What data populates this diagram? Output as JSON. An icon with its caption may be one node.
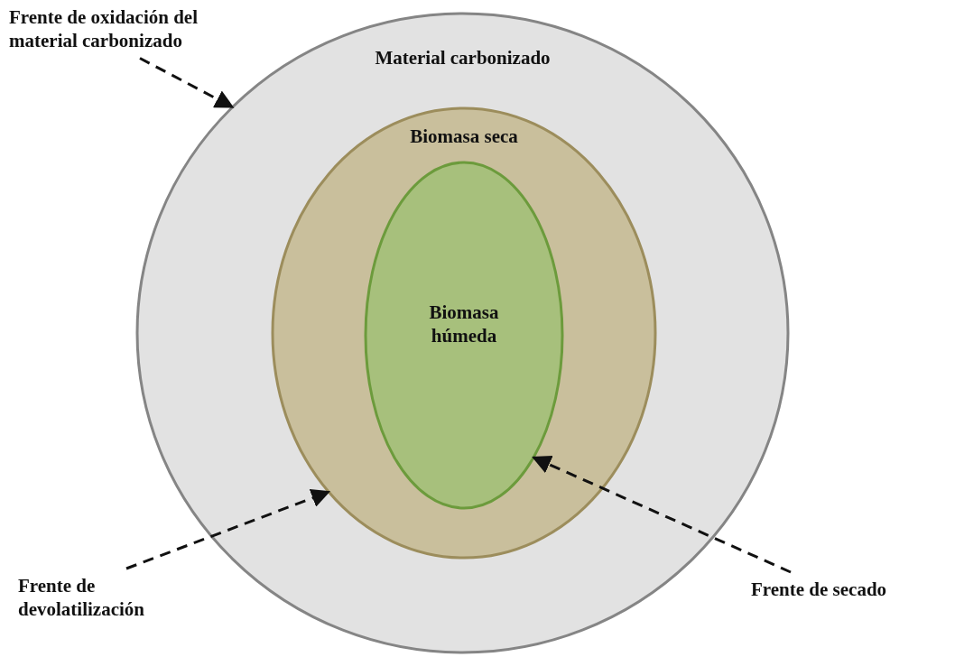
{
  "diagram": {
    "nodes": [
      {
        "text": [
          "Material carbonizado"
        ]
      },
      {
        "text": [
          "Biomasa seca"
        ],
        "in": 0
      },
      {
        "text": [
          "Biomasa húmeda"
        ],
        "in": 1
      },
      {
        "text": [
          "Frente de oxidación del material carbonizado"
        ]
      },
      {
        "text": [
          "Frente de devolatilización"
        ]
      },
      {
        "text": [
          "Frente de secado"
        ]
      }
    ],
    "edges": [
      {
        "from": 3,
        "to": 0,
        "arrow": "to",
        "style": "dashed"
      },
      {
        "from": 4,
        "to": 1,
        "arrow": "to",
        "style": "dashed"
      },
      {
        "from": 5,
        "to": 2,
        "arrow": "to",
        "style": "dashed"
      }
    ]
  }
}
